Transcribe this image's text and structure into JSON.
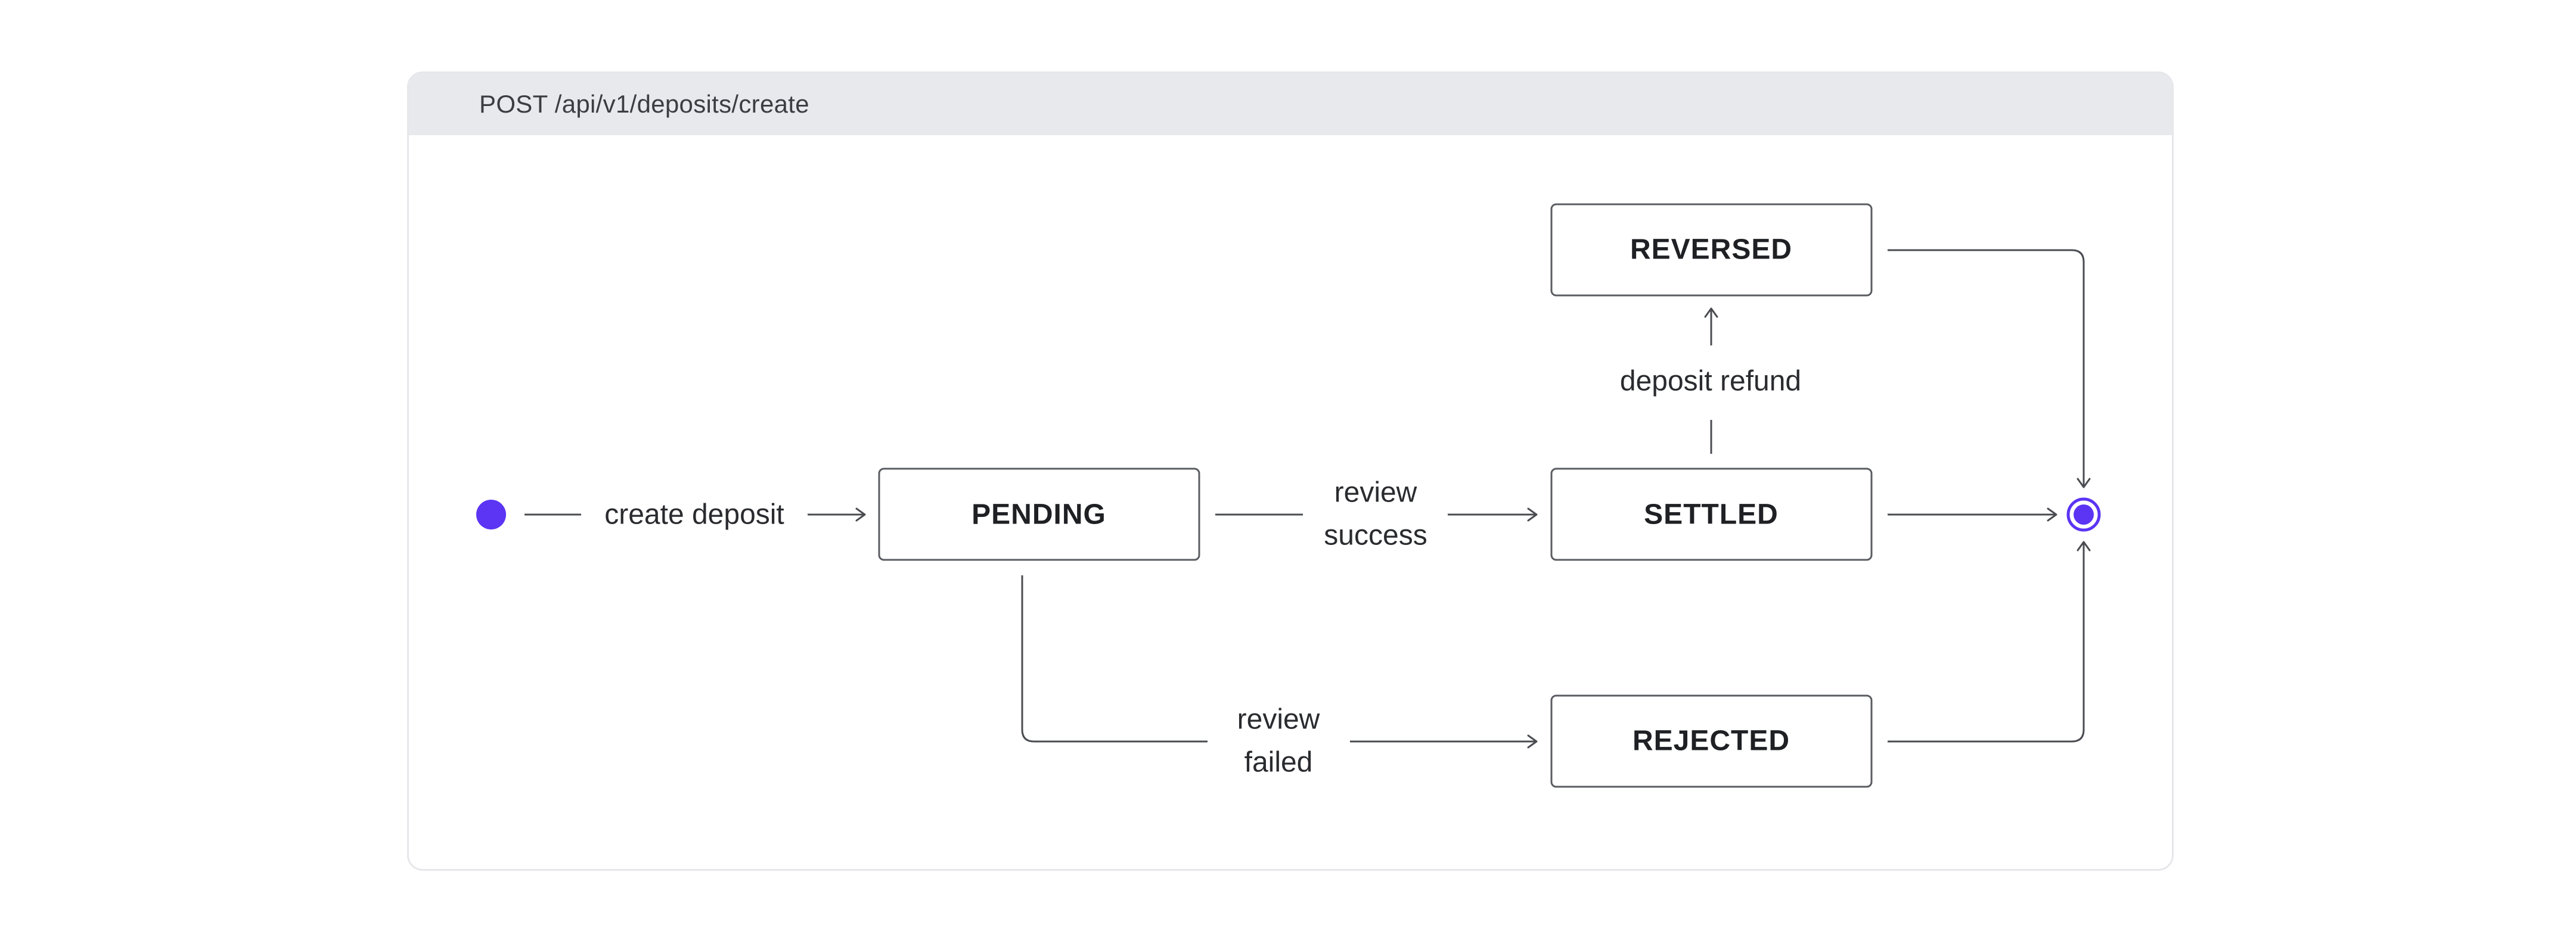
{
  "header": {
    "title": "POST /api/v1/deposits/create"
  },
  "colors": {
    "accent": "#5b34f4",
    "header_bg": "#e8e9ec",
    "border": "#e6e7ea",
    "line": "#4a4c51"
  },
  "icons": {
    "start": "start-node-icon",
    "end": "end-node-icon"
  },
  "states": {
    "pending": "PENDING",
    "settled": "SETTLED",
    "reversed": "REVERSED",
    "rejected": "REJECTED"
  },
  "transitions": {
    "create": {
      "line1": "create deposit"
    },
    "success": {
      "line1": "review",
      "line2": "success"
    },
    "refund": {
      "line1": "deposit refund"
    },
    "failed": {
      "line1": "review",
      "line2": "failed"
    }
  }
}
